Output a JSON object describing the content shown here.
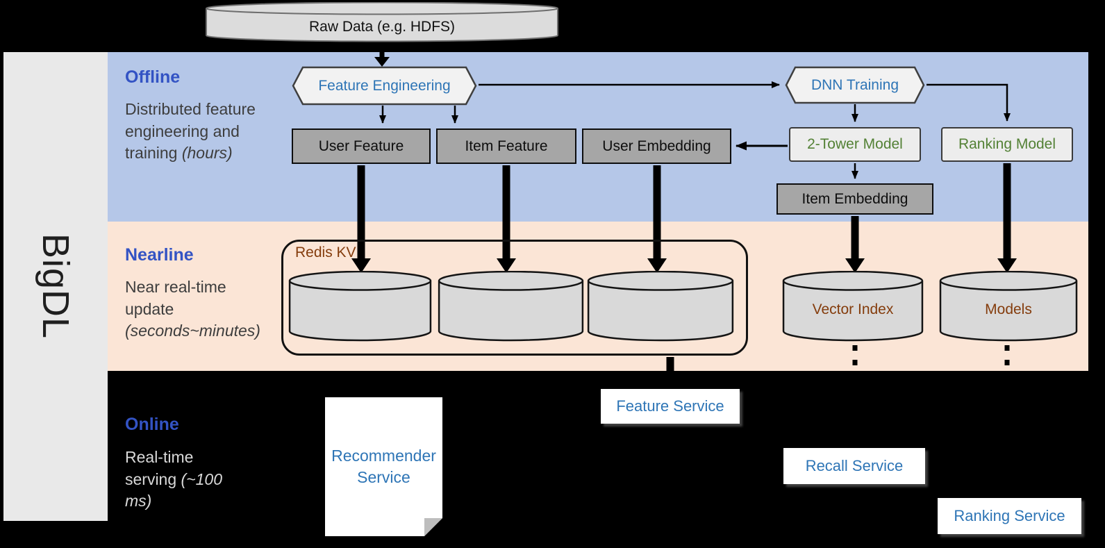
{
  "brand": "BigDL",
  "raw_data_label": "Raw Data (e.g. HDFS)",
  "sections": {
    "offline": {
      "title": "Offline",
      "desc": "Distributed feature engineering and training",
      "desc_italic": "(hours)"
    },
    "nearline": {
      "title": "Nearline",
      "desc": "Near real-time update",
      "desc_italic": "(seconds~minutes)"
    },
    "online": {
      "title": "Online",
      "desc": "Real-time serving",
      "desc_italic": "(~100 ms)"
    }
  },
  "offline": {
    "feature_engineering": "Feature Engineering",
    "dnn_training": "DNN Training",
    "user_feature": "User Feature",
    "item_feature": "Item Feature",
    "user_embedding": "User Embedding",
    "two_tower_model": "2-Tower Model",
    "ranking_model": "Ranking Model",
    "item_embedding": "Item Embedding"
  },
  "nearline": {
    "redis_kv": "Redis KV",
    "vector_index": "Vector Index",
    "models": "Models"
  },
  "online": {
    "feature_service": "Feature Service",
    "recommender_service": "Recommender Service",
    "recall_service": "Recall Service",
    "ranking_service": "Ranking Service"
  },
  "colors": {
    "offline_band": "#b5c7e8",
    "nearline_band": "#fbe5d6",
    "accent_blue": "#2e75b6",
    "section_blue": "#3353c4",
    "model_green": "#538135",
    "store_brown": "#843c0c",
    "dark_box_gray": "#a6a6a6",
    "cylinder_gray": "#d9d9d9",
    "background": "#000000"
  }
}
